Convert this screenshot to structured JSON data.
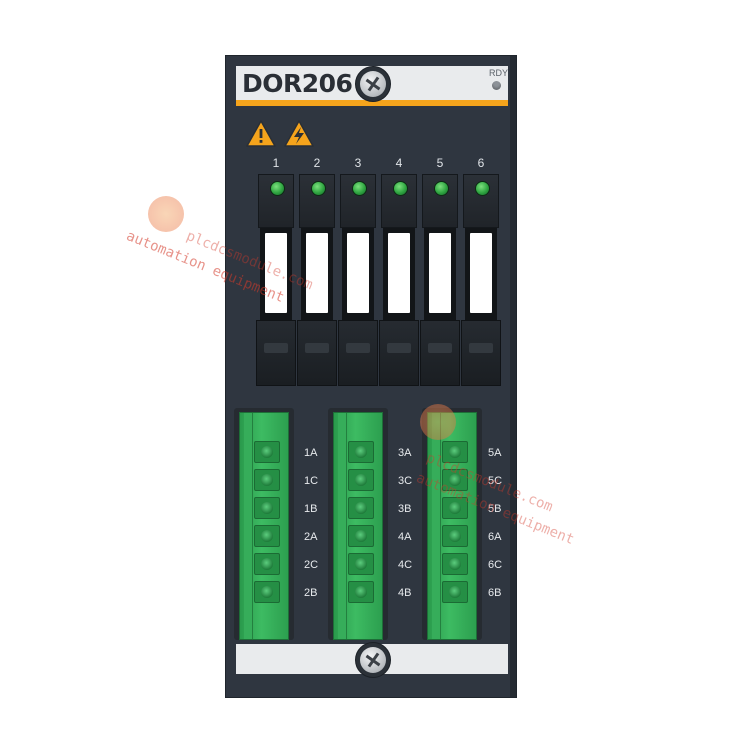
{
  "module": {
    "model": "DOR206",
    "status_led_label": "RDY"
  },
  "icons": [
    "warning-triangle-icon",
    "high-voltage-icon",
    "screw-icon"
  ],
  "channels": [
    "1",
    "2",
    "3",
    "4",
    "5",
    "6"
  ],
  "connectors": [
    {
      "labels": [
        "1A",
        "1C",
        "1B",
        "2A",
        "2C",
        "2B"
      ]
    },
    {
      "labels": [
        "3A",
        "3C",
        "3B",
        "4A",
        "4C",
        "4B"
      ]
    },
    {
      "labels": [
        "5A",
        "5C",
        "5B",
        "6A",
        "6C",
        "6B"
      ]
    }
  ],
  "watermark": {
    "line1": "plcdcsmodule.com",
    "line2": "automation equipment"
  },
  "colors": {
    "housing": "#2f3640",
    "accent_stripe": "#f5a41c",
    "connector_green": "#3dbb62",
    "relay_led_green": "#2fa541"
  }
}
